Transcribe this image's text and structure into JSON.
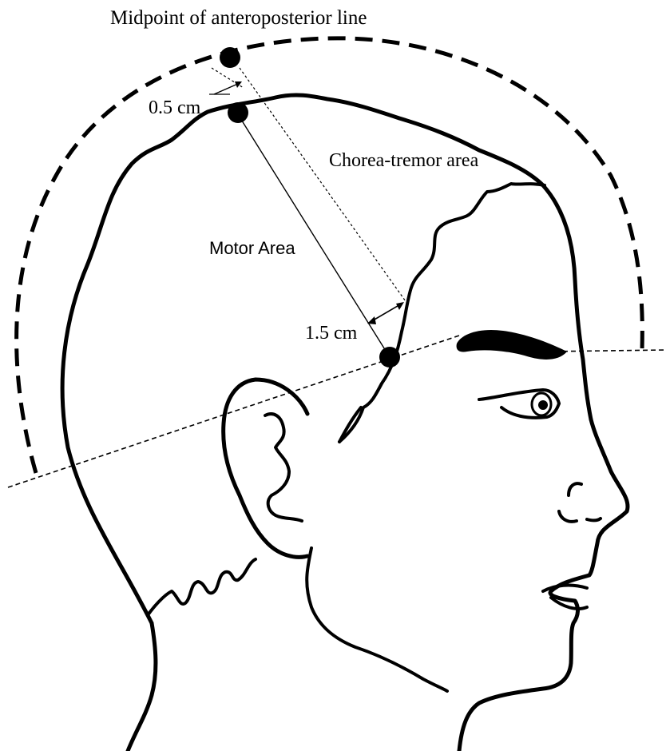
{
  "labels": {
    "midpoint": "Midpoint of anteroposterior line",
    "offset_small": "0.5 cm",
    "chorea_tremor": "Chorea-tremor area",
    "motor_area": "Motor Area",
    "offset_large": "1.5 cm"
  },
  "colors": {
    "ink": "#000000",
    "background": "#ffffff"
  }
}
